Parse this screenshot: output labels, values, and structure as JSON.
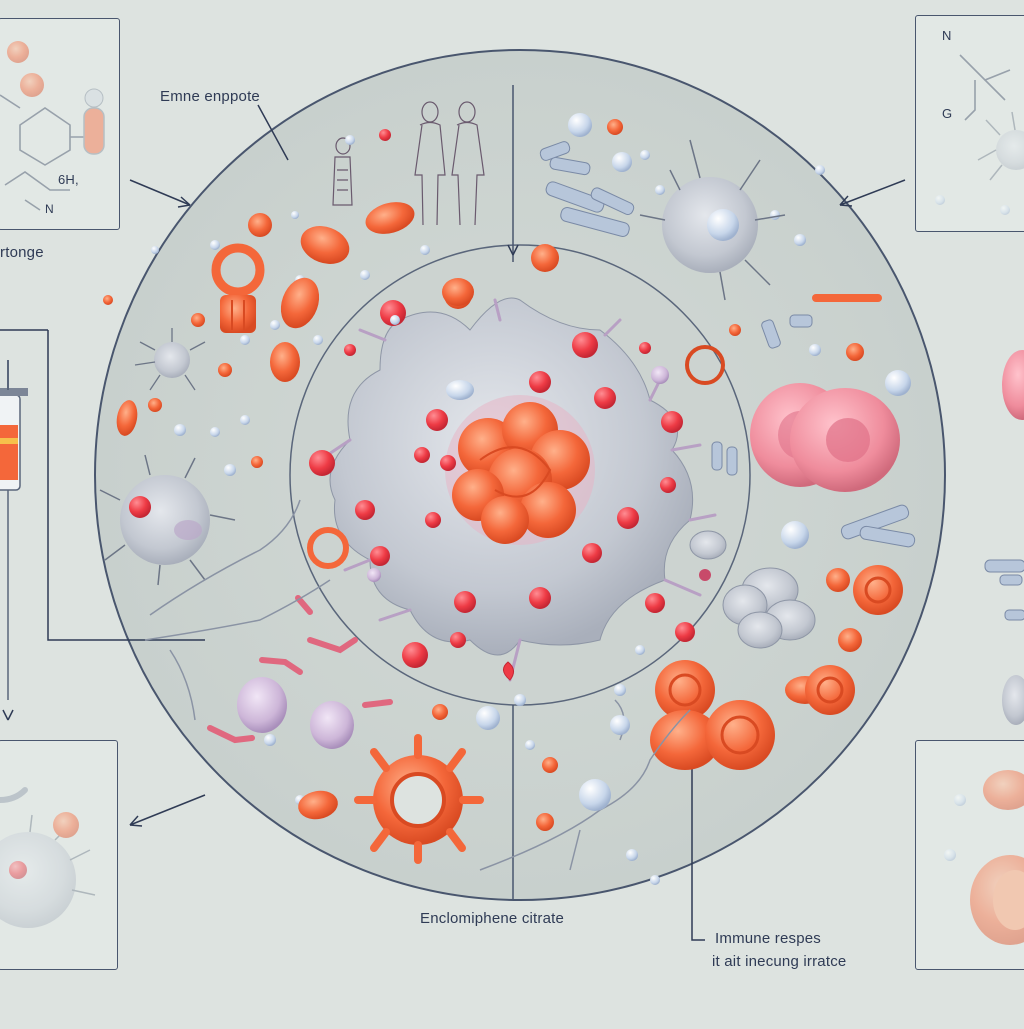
{
  "labels": {
    "top_left_label": "Emne enppote",
    "left_panel_label": "rtonge",
    "bottom_center_label": "Enclomiphene citrate",
    "bottom_right_line1": "Immune respes",
    "bottom_right_line2": "it ait inecung irratce",
    "chem_top_right_n": "N",
    "chem_top_right_g": "G",
    "chem_top_left_sh": "6H,",
    "chem_top_left_n": "N"
  },
  "colors": {
    "background": "#dde3e0",
    "line": "#49566e",
    "cell_gray": "#c9ced6",
    "orange": "#f4673a",
    "red_dot": "#ee3b45",
    "pink_rbc": "#ef8c9c",
    "lilac": "#cdb6d8"
  }
}
